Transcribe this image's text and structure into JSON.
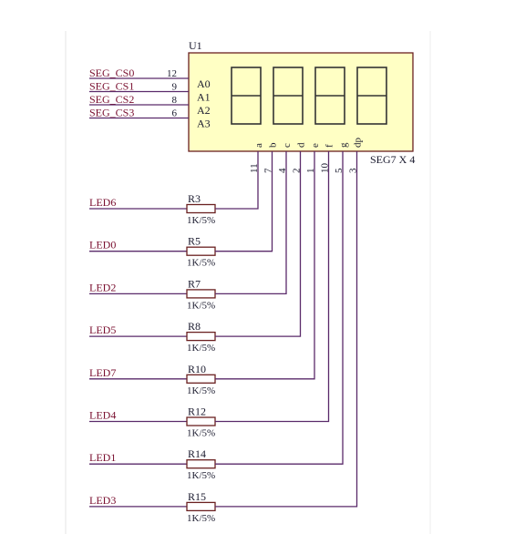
{
  "component": {
    "ref": "U1",
    "part": "SEG7 X 4",
    "body_color": "#ffffc4",
    "address_pins": [
      {
        "net": "SEG_CS0",
        "num": "12",
        "name": "A0"
      },
      {
        "net": "SEG_CS1",
        "num": "9",
        "name": "A1"
      },
      {
        "net": "SEG_CS2",
        "num": "8",
        "name": "A2"
      },
      {
        "net": "SEG_CS3",
        "num": "6",
        "name": "A3"
      }
    ],
    "segment_pins": [
      {
        "name": "a",
        "num": "11"
      },
      {
        "name": "b",
        "num": "7"
      },
      {
        "name": "c",
        "num": "4"
      },
      {
        "name": "d",
        "num": "2"
      },
      {
        "name": "e",
        "num": "1"
      },
      {
        "name": "f",
        "num": "10"
      },
      {
        "name": "g",
        "num": "5"
      },
      {
        "name": "dp",
        "num": "3"
      }
    ],
    "digit_count": 4
  },
  "resistors": [
    {
      "net": "LED6",
      "ref": "R3",
      "value": "1K/5%"
    },
    {
      "net": "LED0",
      "ref": "R5",
      "value": "1K/5%"
    },
    {
      "net": "LED2",
      "ref": "R7",
      "value": "1K/5%"
    },
    {
      "net": "LED5",
      "ref": "R8",
      "value": "1K/5%"
    },
    {
      "net": "LED7",
      "ref": "R10",
      "value": "1K/5%"
    },
    {
      "net": "LED4",
      "ref": "R12",
      "value": "1K/5%"
    },
    {
      "net": "LED1",
      "ref": "R14",
      "value": "1K/5%"
    },
    {
      "net": "LED3",
      "ref": "R15",
      "value": "1K/5%"
    }
  ]
}
